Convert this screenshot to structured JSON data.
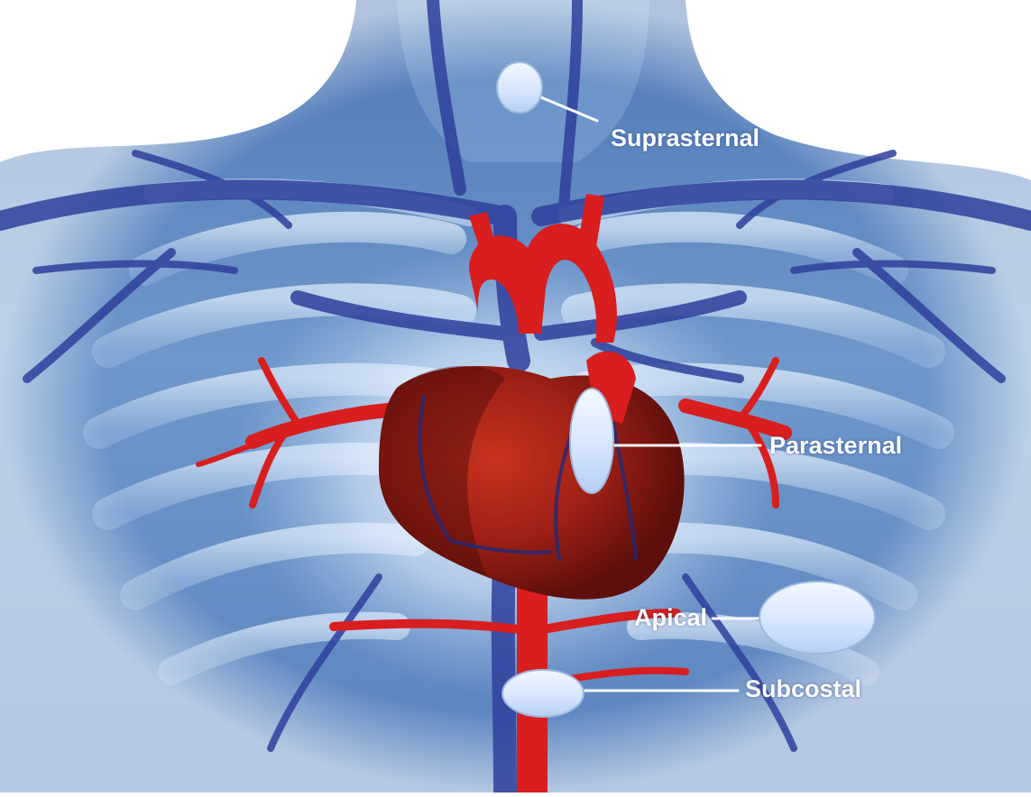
{
  "labels": {
    "suprasternal": "Suprasternal",
    "parasternal": "Parasternal",
    "apical": "Apical",
    "subcostal": "Subcostal"
  },
  "colors": {
    "background": "#ffffff",
    "torso_blue": "#5d86c0",
    "vein_blue": "#2f3f9c",
    "artery_red": "#d81e1e",
    "heart_red": "#8e1b14",
    "marker_fill": "#cfe0ff",
    "label_text": "#ffffff"
  }
}
